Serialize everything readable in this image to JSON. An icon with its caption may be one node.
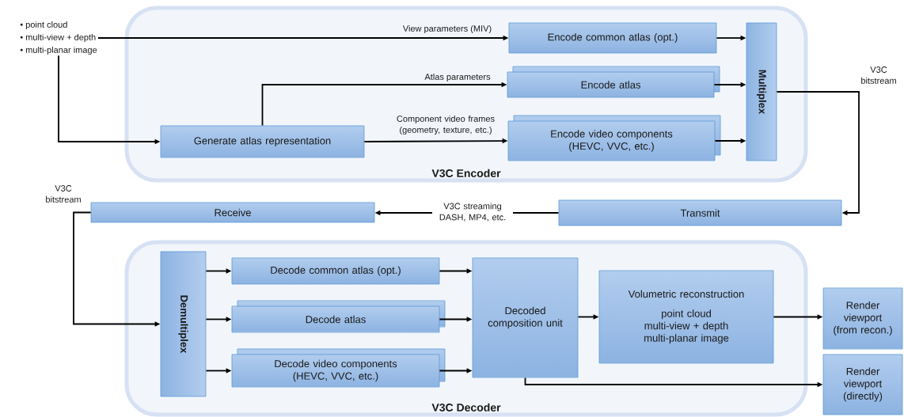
{
  "diagram": {
    "nodes": [
      {
        "text": [
          "V3C Encoder"
        ]
      },
      {
        "text": [
          "• point cloud",
          "• multi-view + depth",
          "• multi-planar image"
        ]
      },
      {
        "text": [
          "Generate atlas representation"
        ],
        "in": 0
      },
      {
        "text": [
          "Encode common atlas (opt.)"
        ],
        "in": 0
      },
      {
        "text": [
          "Encode atlas"
        ],
        "in": 0
      },
      {
        "text": [
          "Encode video components (HEVC, VVC, etc.)"
        ],
        "in": 0
      },
      {
        "text": [
          "Multiplex"
        ],
        "in": 0
      },
      {
        "text": [
          "Receive"
        ]
      },
      {
        "text": [
          "Transmit"
        ]
      },
      {
        "text": [
          "V3C Decoder"
        ]
      },
      {
        "text": [
          "Demultiplex"
        ],
        "in": 9
      },
      {
        "text": [
          "Decode common atlas (opt.)"
        ],
        "in": 9
      },
      {
        "text": [
          "Decode atlas"
        ],
        "in": 9
      },
      {
        "text": [
          "Decode video components (HEVC, VVC, etc.)"
        ],
        "in": 9
      },
      {
        "text": [
          "Decoded composition unit"
        ],
        "in": 9
      },
      {
        "text": [
          "Volumetric reconstruction",
          "point cloud multi-view + depth multi-planar image"
        ],
        "in": 9
      },
      {
        "text": [
          "Render viewport (from recon.)"
        ]
      },
      {
        "text": [
          "Render viewport (directly)"
        ]
      }
    ],
    "edges": [
      {
        "from": 1,
        "to": 3,
        "arrow": "to",
        "label": "View parameters (MIV)"
      },
      {
        "from": 1,
        "to": 2,
        "arrow": "to"
      },
      {
        "from": 2,
        "to": 4,
        "arrow": "to",
        "label": "Atlas parameters"
      },
      {
        "from": 2,
        "to": 5,
        "arrow": "to",
        "label": "Component video frames (geometry, texture, etc.)"
      },
      {
        "from": 3,
        "to": 6,
        "arrow": "to"
      },
      {
        "from": 4,
        "to": 6,
        "arrow": "to"
      },
      {
        "from": 5,
        "to": 6,
        "arrow": "to"
      },
      {
        "from": 6,
        "to": 8,
        "arrow": "to",
        "label": "V3C bitstream"
      },
      {
        "from": 8,
        "to": 7,
        "arrow": "to",
        "label": "V3C streaming DASH, MP4, etc."
      },
      {
        "from": 7,
        "to": 10,
        "arrow": "to",
        "label": "V3C bitstream"
      },
      {
        "from": 10,
        "to": 11,
        "arrow": "to"
      },
      {
        "from": 10,
        "to": 12,
        "arrow": "to"
      },
      {
        "from": 10,
        "to": 13,
        "arrow": "to"
      },
      {
        "from": 11,
        "to": 14,
        "arrow": "to"
      },
      {
        "from": 12,
        "to": 14,
        "arrow": "to"
      },
      {
        "from": 13,
        "to": 14,
        "arrow": "to"
      },
      {
        "from": 14,
        "to": 15,
        "arrow": "to"
      },
      {
        "from": 15,
        "to": 16,
        "arrow": "to"
      },
      {
        "from": 14,
        "to": 17,
        "arrow": "to"
      }
    ]
  }
}
